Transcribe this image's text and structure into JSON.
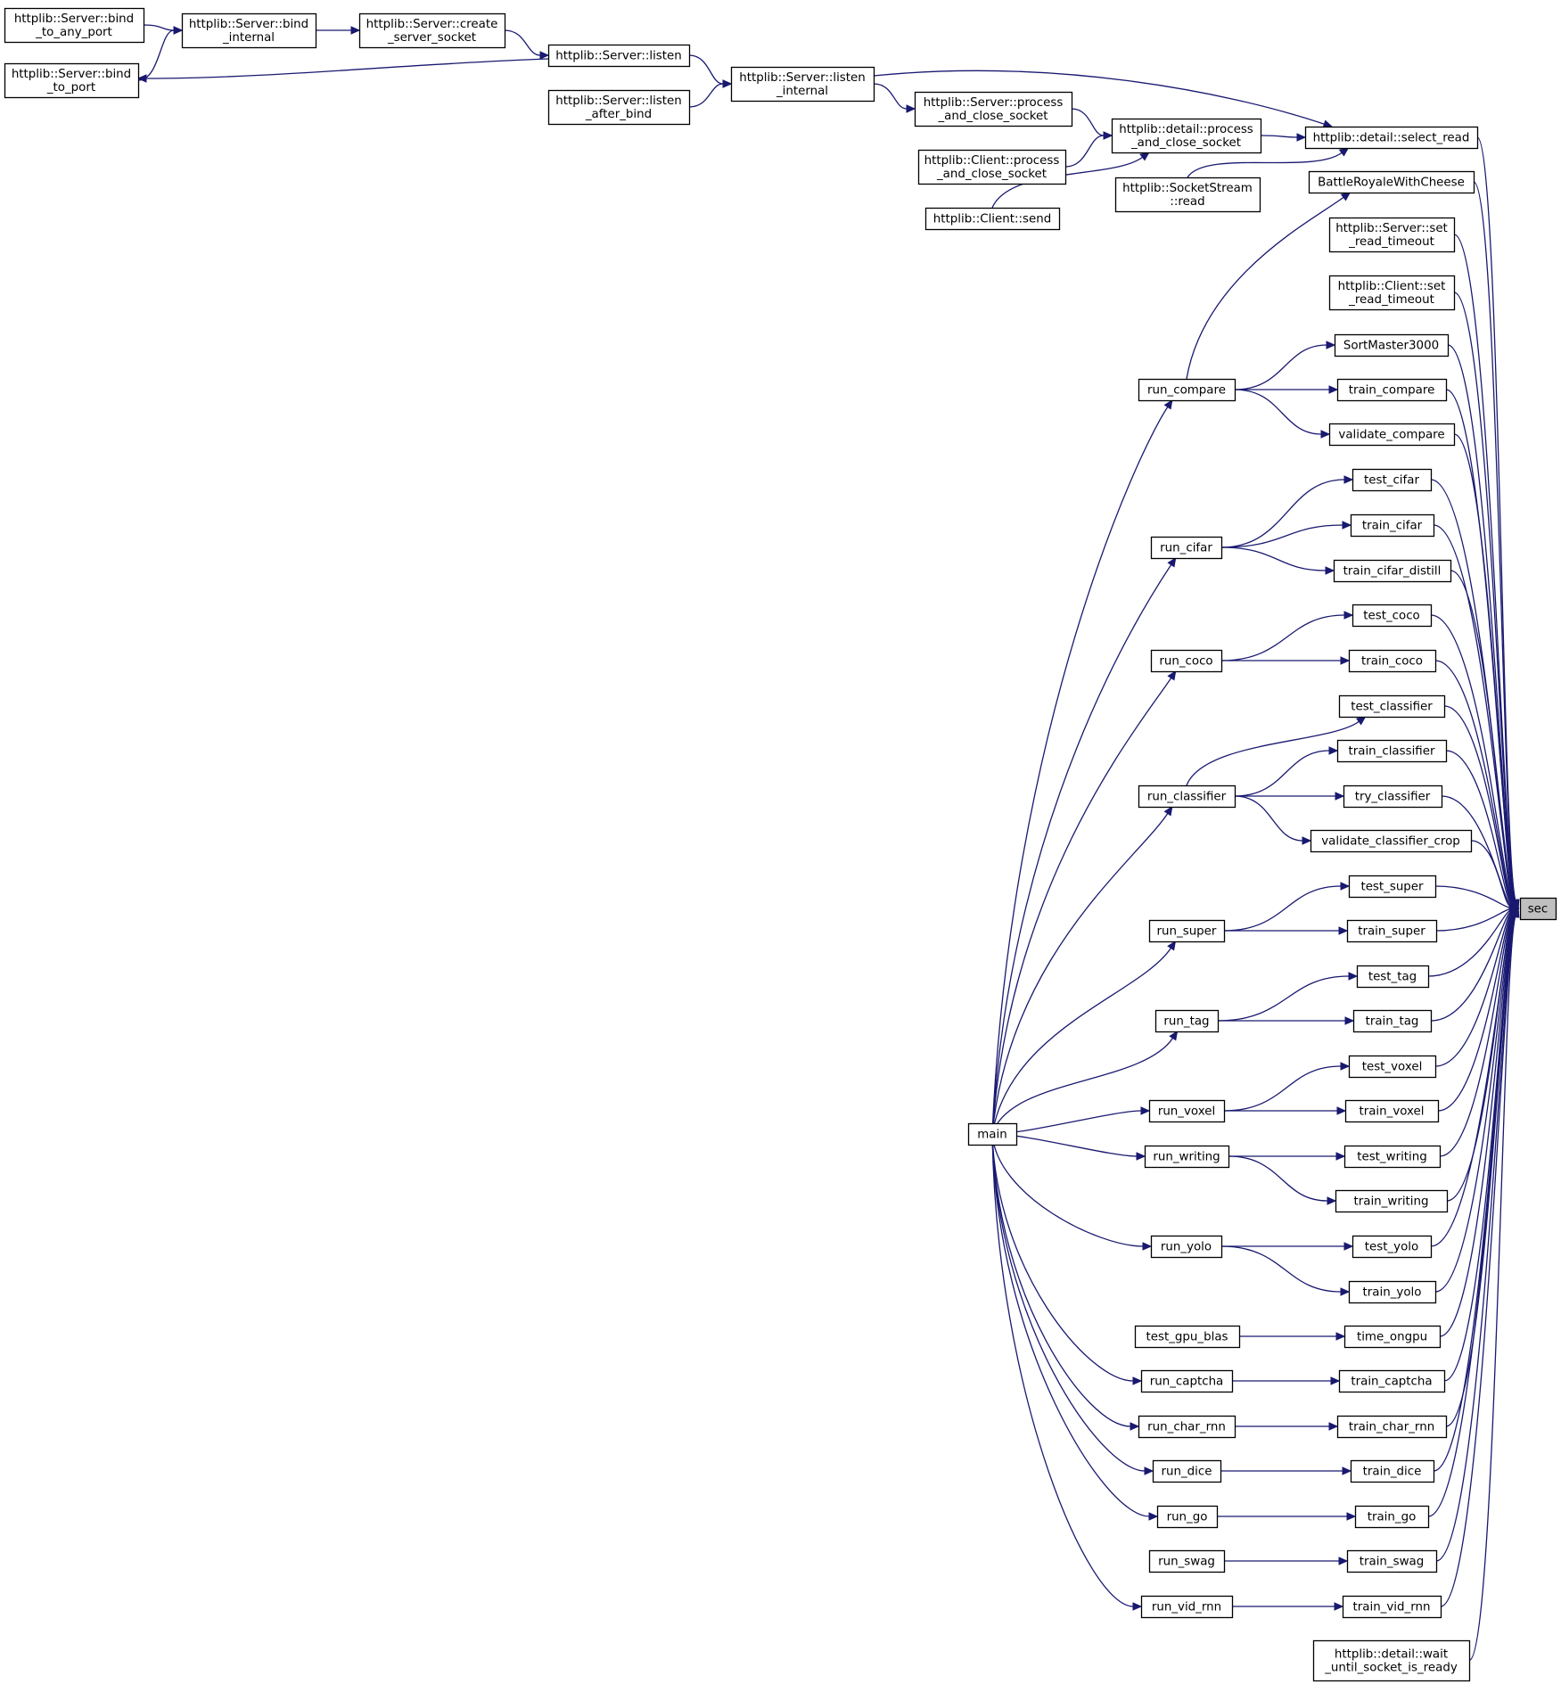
{
  "diagram": {
    "target": "sec",
    "nodes": [
      {
        "id": "bind_any",
        "lines": [
          "httplib::Server::bind",
          "_to_any_port"
        ]
      },
      {
        "id": "bind_int",
        "lines": [
          "httplib::Server::bind",
          "_internal"
        ]
      },
      {
        "id": "create_sock",
        "lines": [
          "httplib::Server::create",
          "_server_socket"
        ]
      },
      {
        "id": "bind_port",
        "lines": [
          "httplib::Server::bind",
          "_to_port"
        ]
      },
      {
        "id": "listen",
        "lines": [
          "httplib::Server::listen"
        ]
      },
      {
        "id": "listen_ab",
        "lines": [
          "httplib::Server::listen",
          "_after_bind"
        ]
      },
      {
        "id": "listen_int",
        "lines": [
          "httplib::Server::listen",
          "_internal"
        ]
      },
      {
        "id": "srv_pcs",
        "lines": [
          "httplib::Server::process",
          "_and_close_socket"
        ]
      },
      {
        "id": "cli_pcs",
        "lines": [
          "httplib::Client::process",
          "_and_close_socket"
        ]
      },
      {
        "id": "cli_send",
        "lines": [
          "httplib::Client::send"
        ]
      },
      {
        "id": "det_pcs",
        "lines": [
          "httplib::detail::process",
          "_and_close_socket"
        ]
      },
      {
        "id": "sock_read",
        "lines": [
          "httplib::SocketStream",
          "::read"
        ]
      },
      {
        "id": "select_read",
        "lines": [
          "httplib::detail::select_read"
        ]
      },
      {
        "id": "brwc",
        "lines": [
          "BattleRoyaleWithCheese"
        ]
      },
      {
        "id": "srv_srt",
        "lines": [
          "httplib::Server::set",
          "_read_timeout"
        ]
      },
      {
        "id": "cli_srt",
        "lines": [
          "httplib::Client::set",
          "_read_timeout"
        ]
      },
      {
        "id": "sortmaster",
        "lines": [
          "SortMaster3000"
        ]
      },
      {
        "id": "run_compare",
        "lines": [
          "run_compare"
        ]
      },
      {
        "id": "train_compare",
        "lines": [
          "train_compare"
        ]
      },
      {
        "id": "validate_compare",
        "lines": [
          "validate_compare"
        ]
      },
      {
        "id": "test_cifar",
        "lines": [
          "test_cifar"
        ]
      },
      {
        "id": "run_cifar",
        "lines": [
          "run_cifar"
        ]
      },
      {
        "id": "train_cifar",
        "lines": [
          "train_cifar"
        ]
      },
      {
        "id": "train_cifar_distill",
        "lines": [
          "train_cifar_distill"
        ]
      },
      {
        "id": "test_coco",
        "lines": [
          "test_coco"
        ]
      },
      {
        "id": "run_coco",
        "lines": [
          "run_coco"
        ]
      },
      {
        "id": "train_coco",
        "lines": [
          "train_coco"
        ]
      },
      {
        "id": "test_classifier",
        "lines": [
          "test_classifier"
        ]
      },
      {
        "id": "train_classifier",
        "lines": [
          "train_classifier"
        ]
      },
      {
        "id": "run_classifier",
        "lines": [
          "run_classifier"
        ]
      },
      {
        "id": "try_classifier",
        "lines": [
          "try_classifier"
        ]
      },
      {
        "id": "vcc",
        "lines": [
          "validate_classifier_crop"
        ]
      },
      {
        "id": "test_super",
        "lines": [
          "test_super"
        ]
      },
      {
        "id": "sec",
        "lines": [
          "sec"
        ]
      },
      {
        "id": "run_super",
        "lines": [
          "run_super"
        ]
      },
      {
        "id": "train_super",
        "lines": [
          "train_super"
        ]
      },
      {
        "id": "test_tag",
        "lines": [
          "test_tag"
        ]
      },
      {
        "id": "run_tag",
        "lines": [
          "run_tag"
        ]
      },
      {
        "id": "train_tag",
        "lines": [
          "train_tag"
        ]
      },
      {
        "id": "test_voxel",
        "lines": [
          "test_voxel"
        ]
      },
      {
        "id": "run_voxel",
        "lines": [
          "run_voxel"
        ]
      },
      {
        "id": "train_voxel",
        "lines": [
          "train_voxel"
        ]
      },
      {
        "id": "main",
        "lines": [
          "main"
        ]
      },
      {
        "id": "run_writing",
        "lines": [
          "run_writing"
        ]
      },
      {
        "id": "test_writing",
        "lines": [
          "test_writing"
        ]
      },
      {
        "id": "train_writing",
        "lines": [
          "train_writing"
        ]
      },
      {
        "id": "run_yolo",
        "lines": [
          "run_yolo"
        ]
      },
      {
        "id": "test_yolo",
        "lines": [
          "test_yolo"
        ]
      },
      {
        "id": "train_yolo",
        "lines": [
          "train_yolo"
        ]
      },
      {
        "id": "test_gpu_blas",
        "lines": [
          "test_gpu_blas"
        ]
      },
      {
        "id": "time_ongpu",
        "lines": [
          "time_ongpu"
        ]
      },
      {
        "id": "run_captcha",
        "lines": [
          "run_captcha"
        ]
      },
      {
        "id": "train_captcha",
        "lines": [
          "train_captcha"
        ]
      },
      {
        "id": "run_char_rnn",
        "lines": [
          "run_char_rnn"
        ]
      },
      {
        "id": "train_char_rnn",
        "lines": [
          "train_char_rnn"
        ]
      },
      {
        "id": "run_dice",
        "lines": [
          "run_dice"
        ]
      },
      {
        "id": "train_dice",
        "lines": [
          "train_dice"
        ]
      },
      {
        "id": "run_go",
        "lines": [
          "run_go"
        ]
      },
      {
        "id": "train_go",
        "lines": [
          "train_go"
        ]
      },
      {
        "id": "run_swag",
        "lines": [
          "run_swag"
        ]
      },
      {
        "id": "train_swag",
        "lines": [
          "train_swag"
        ]
      },
      {
        "id": "run_vid_rnn",
        "lines": [
          "run_vid_rnn"
        ]
      },
      {
        "id": "train_vid_rnn",
        "lines": [
          "train_vid_rnn"
        ]
      },
      {
        "id": "wait_ready",
        "lines": [
          "httplib::detail::wait",
          "_until_socket_is_ready"
        ]
      }
    ],
    "edges": [
      {
        "from": "bind_any",
        "to": "bind_int"
      },
      {
        "from": "bind_port",
        "to": "bind_int"
      },
      {
        "from": "bind_int",
        "to": "create_sock"
      },
      {
        "from": "create_sock",
        "to": "listen"
      },
      {
        "from": "listen",
        "to": "bind_port"
      },
      {
        "from": "listen",
        "to": "listen_int"
      },
      {
        "from": "listen_ab",
        "to": "listen_int"
      },
      {
        "from": "listen_int",
        "to": "srv_pcs"
      },
      {
        "from": "listen_int",
        "to": "select_read"
      },
      {
        "from": "srv_pcs",
        "to": "det_pcs"
      },
      {
        "from": "cli_pcs",
        "to": "det_pcs"
      },
      {
        "from": "cli_send",
        "to": "det_pcs"
      },
      {
        "from": "det_pcs",
        "to": "select_read"
      },
      {
        "from": "sock_read",
        "to": "select_read"
      },
      {
        "from": "run_compare",
        "to": "brwc"
      },
      {
        "from": "run_compare",
        "to": "sortmaster"
      },
      {
        "from": "run_compare",
        "to": "train_compare"
      },
      {
        "from": "run_compare",
        "to": "validate_compare"
      },
      {
        "from": "run_cifar",
        "to": "test_cifar"
      },
      {
        "from": "run_cifar",
        "to": "train_cifar"
      },
      {
        "from": "run_cifar",
        "to": "train_cifar_distill"
      },
      {
        "from": "run_coco",
        "to": "test_coco"
      },
      {
        "from": "run_coco",
        "to": "train_coco"
      },
      {
        "from": "run_classifier",
        "to": "test_classifier"
      },
      {
        "from": "run_classifier",
        "to": "train_classifier"
      },
      {
        "from": "run_classifier",
        "to": "try_classifier"
      },
      {
        "from": "run_classifier",
        "to": "vcc"
      },
      {
        "from": "run_super",
        "to": "test_super"
      },
      {
        "from": "run_super",
        "to": "train_super"
      },
      {
        "from": "run_tag",
        "to": "test_tag"
      },
      {
        "from": "run_tag",
        "to": "train_tag"
      },
      {
        "from": "run_voxel",
        "to": "test_voxel"
      },
      {
        "from": "run_voxel",
        "to": "train_voxel"
      },
      {
        "from": "run_writing",
        "to": "test_writing"
      },
      {
        "from": "run_writing",
        "to": "train_writing"
      },
      {
        "from": "run_yolo",
        "to": "test_yolo"
      },
      {
        "from": "run_yolo",
        "to": "train_yolo"
      },
      {
        "from": "test_gpu_blas",
        "to": "time_ongpu"
      },
      {
        "from": "run_captcha",
        "to": "train_captcha"
      },
      {
        "from": "run_char_rnn",
        "to": "train_char_rnn"
      },
      {
        "from": "run_dice",
        "to": "train_dice"
      },
      {
        "from": "run_go",
        "to": "train_go"
      },
      {
        "from": "run_swag",
        "to": "train_swag"
      },
      {
        "from": "run_vid_rnn",
        "to": "train_vid_rnn"
      },
      {
        "from": "main",
        "to": "run_compare"
      },
      {
        "from": "main",
        "to": "run_cifar"
      },
      {
        "from": "main",
        "to": "run_coco"
      },
      {
        "from": "main",
        "to": "run_classifier"
      },
      {
        "from": "main",
        "to": "run_super"
      },
      {
        "from": "main",
        "to": "run_tag"
      },
      {
        "from": "main",
        "to": "run_voxel"
      },
      {
        "from": "main",
        "to": "run_writing"
      },
      {
        "from": "main",
        "to": "run_yolo"
      },
      {
        "from": "main",
        "to": "run_captcha"
      },
      {
        "from": "main",
        "to": "run_char_rnn"
      },
      {
        "from": "main",
        "to": "run_dice"
      },
      {
        "from": "main",
        "to": "run_go"
      },
      {
        "from": "main",
        "to": "run_vid_rnn"
      },
      {
        "from": "select_read",
        "to": "sec"
      },
      {
        "from": "brwc",
        "to": "sec"
      },
      {
        "from": "srv_srt",
        "to": "sec"
      },
      {
        "from": "cli_srt",
        "to": "sec"
      },
      {
        "from": "sortmaster",
        "to": "sec"
      },
      {
        "from": "train_compare",
        "to": "sec"
      },
      {
        "from": "validate_compare",
        "to": "sec"
      },
      {
        "from": "test_cifar",
        "to": "sec"
      },
      {
        "from": "train_cifar",
        "to": "sec"
      },
      {
        "from": "train_cifar_distill",
        "to": "sec"
      },
      {
        "from": "test_coco",
        "to": "sec"
      },
      {
        "from": "train_coco",
        "to": "sec"
      },
      {
        "from": "test_classifier",
        "to": "sec"
      },
      {
        "from": "train_classifier",
        "to": "sec"
      },
      {
        "from": "try_classifier",
        "to": "sec"
      },
      {
        "from": "vcc",
        "to": "sec"
      },
      {
        "from": "test_super",
        "to": "sec"
      },
      {
        "from": "train_super",
        "to": "sec"
      },
      {
        "from": "test_tag",
        "to": "sec"
      },
      {
        "from": "train_tag",
        "to": "sec"
      },
      {
        "from": "test_voxel",
        "to": "sec"
      },
      {
        "from": "train_voxel",
        "to": "sec"
      },
      {
        "from": "test_writing",
        "to": "sec"
      },
      {
        "from": "train_writing",
        "to": "sec"
      },
      {
        "from": "test_yolo",
        "to": "sec"
      },
      {
        "from": "train_yolo",
        "to": "sec"
      },
      {
        "from": "time_ongpu",
        "to": "sec"
      },
      {
        "from": "train_captcha",
        "to": "sec"
      },
      {
        "from": "train_char_rnn",
        "to": "sec"
      },
      {
        "from": "train_dice",
        "to": "sec"
      },
      {
        "from": "train_go",
        "to": "sec"
      },
      {
        "from": "train_swag",
        "to": "sec"
      },
      {
        "from": "train_vid_rnn",
        "to": "sec"
      },
      {
        "from": "wait_ready",
        "to": "sec"
      }
    ]
  },
  "colors": {
    "edge": "#191970",
    "node_border": "#000000",
    "node_fill": "#ffffff",
    "highlight_fill": "#bfbfbf"
  }
}
